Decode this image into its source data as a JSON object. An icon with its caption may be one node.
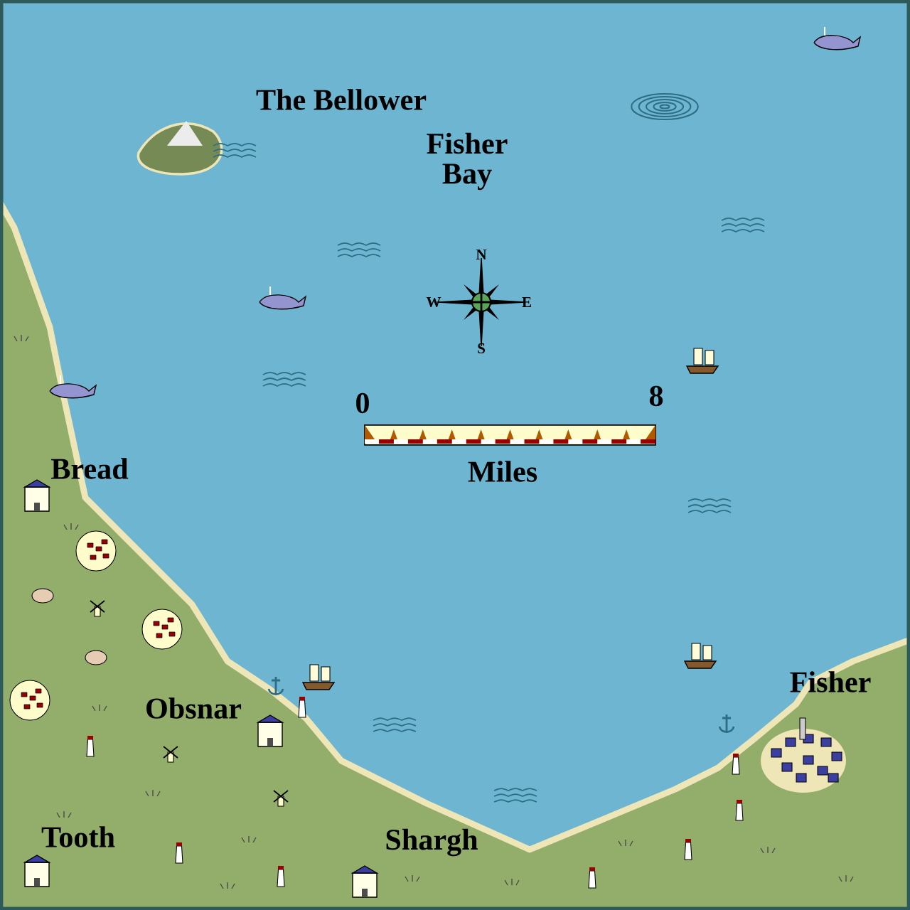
{
  "diagram": {
    "labels": [
      "The Bellower",
      "Fisher Bay",
      "N",
      "W",
      "E",
      "S",
      "0",
      "8",
      "Bread",
      "Miles",
      "Fisher",
      "Obsnar",
      "Tooth",
      "Shargh"
    ]
  }
}
